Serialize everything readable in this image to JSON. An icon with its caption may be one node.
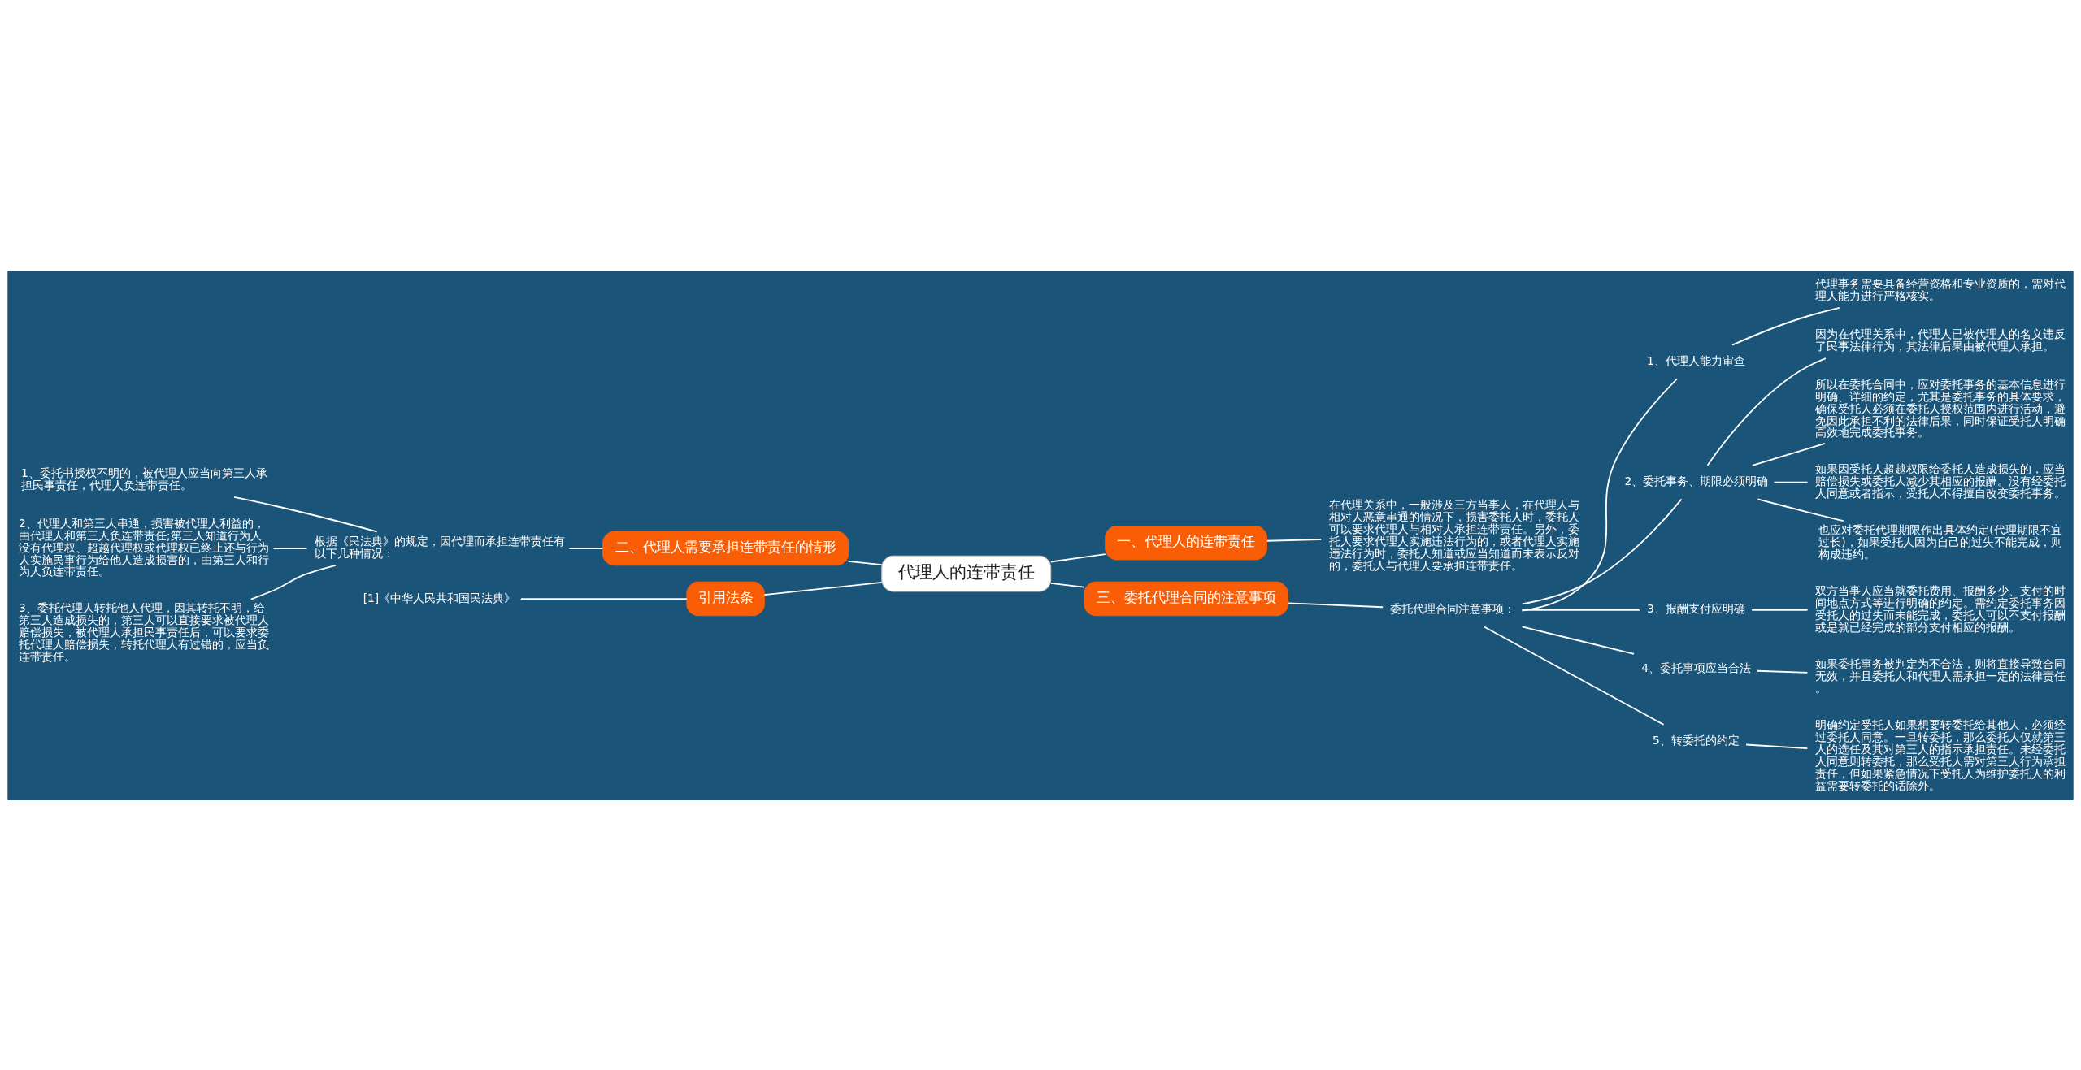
{
  "diagram": {
    "nodes": [
      {
        "text": [
          "代理人的连带责任"
        ]
      },
      {
        "text": [
          "一、代理人的连带责任"
        ]
      },
      {
        "text": [
          "在代理关系中，一般涉及三方当事人，在代理人与相对人恶意串通的情况下，损害委托人时，委托人可以要求代理人与相对人承担连带责任。另外，委托人要求代理人实施违法行为的，或者代理人实施违法行为时，委托人知道或应当知道而未表示反对的，委托人与代理人要承担连带责任。"
        ]
      },
      {
        "text": [
          "二、代理人需要承担连带责任的情形"
        ]
      },
      {
        "text": [
          "根据《民法典》的规定，因代理而承担连带责任有以下几种情况："
        ]
      },
      {
        "text": [
          "1、委托书授权不明的，被代理人应当向第三人承担民事责任，代理人负连带责任。"
        ]
      },
      {
        "text": [
          "2、代理人和第三人串通，损害被代理人利益的，由代理人和第三人负连带责任;第三人知道行为人没有代理权、超越代理权或代理权已终止还与行为人实施民事行为给他人造成损害的，由第三人和行为人负连带责任。"
        ]
      },
      {
        "text": [
          "3、委托代理人转托他人代理，因其转托不明，给第三人造成损失的，第三人可以直接要求被代理人赔偿损失，被代理人承担民事责任后，可以要求委托代理人赔偿损失，转托代理人有过错的，应当负连带责任。"
        ]
      },
      {
        "text": [
          "引用法条"
        ]
      },
      {
        "text": [
          "[1]《中华人民共和国民法典》"
        ]
      },
      {
        "text": [
          "三、委托代理合同的注意事项"
        ]
      },
      {
        "text": [
          "委托代理合同注意事项："
        ]
      },
      {
        "text": [
          "1、代理人能力审查"
        ]
      },
      {
        "text": [
          "代理事务需要具备经营资格和专业资质的，需对代理人能力进行严格核实。"
        ]
      },
      {
        "text": [
          "2、委托事务、期限必须明确"
        ]
      },
      {
        "text": [
          "因为在代理关系中，代理人已被代理人的名义违反了民事法律行为，其法律后果由被代理人承担。"
        ]
      },
      {
        "text": [
          "所以在委托合同中，应对委托事务的基本信息进行明确、详细的约定，尤其是委托事务的具体要求，确保受托人必须在委托人授权范围内进行活动，避免因此承担不利的法律后果，同时保证受托人明确高效地完成委托事务。"
        ]
      },
      {
        "text": [
          "如果因受托人超越权限给委托人造成损失的，应当赔偿损失或委托人减少其相应的报酬。没有经委托人同意或者指示，受托人不得擅自改变委托事务。"
        ]
      },
      {
        "text": [
          "也应对委托代理期限作出具体约定(代理期限不宜过长)，如果受托人因为自己的过失不能完成，则构成违约。"
        ]
      },
      {
        "text": [
          "3、报酬支付应明确"
        ]
      },
      {
        "text": [
          "双方当事人应当就委托费用、报酬多少、支付的时间地点方式等进行明确的约定。需约定委托事务因受托人的过失而未能完成，委托人可以不支付报酬或是就已经完成的部分支付相应的报酬。"
        ]
      },
      {
        "text": [
          "4、委托事项应当合法"
        ]
      },
      {
        "text": [
          "如果委托事务被判定为不合法，则将直接导致合同无效，并且委托人和代理人需承担一定的法律责任。"
        ]
      },
      {
        "text": [
          "5、转委托的约定"
        ]
      },
      {
        "text": [
          "明确约定受托人如果想要转委托给其他人，必须经过委托人同意。一旦转委托，那么委托人仅就第三人的选任及其对第三人的指示承担责任。未经委托人同意则转委托，那么受托人需对第三人行为承担责任，但如果紧急情况下受托人为维护委托人的利益需要转委托的话除外。"
        ]
      }
    ],
    "edges": [
      {
        "from": 0,
        "to": 1,
        "arrow": "none"
      },
      {
        "from": 1,
        "to": 2,
        "arrow": "none"
      },
      {
        "from": 3,
        "to": 0,
        "arrow": "none"
      },
      {
        "from": 4,
        "to": 3,
        "arrow": "none"
      },
      {
        "from": 5,
        "to": 4,
        "arrow": "none"
      },
      {
        "from": 6,
        "to": 4,
        "arrow": "none"
      },
      {
        "from": 7,
        "to": 4,
        "arrow": "none"
      },
      {
        "from": 8,
        "to": 0,
        "arrow": "none"
      },
      {
        "from": 9,
        "to": 8,
        "arrow": "none"
      },
      {
        "from": 0,
        "to": 10,
        "arrow": "none"
      },
      {
        "from": 10,
        "to": 11,
        "arrow": "none"
      },
      {
        "from": 11,
        "to": 12,
        "arrow": "none"
      },
      {
        "from": 12,
        "to": 13,
        "arrow": "none"
      },
      {
        "from": 11,
        "to": 14,
        "arrow": "none"
      },
      {
        "from": 14,
        "to": 15,
        "arrow": "none"
      },
      {
        "from": 14,
        "to": 16,
        "arrow": "none"
      },
      {
        "from": 14,
        "to": 17,
        "arrow": "none"
      },
      {
        "from": 14,
        "to": 18,
        "arrow": "none"
      },
      {
        "from": 11,
        "to": 19,
        "arrow": "none"
      },
      {
        "from": 19,
        "to": 20,
        "arrow": "none"
      },
      {
        "from": 11,
        "to": 21,
        "arrow": "none"
      },
      {
        "from": 21,
        "to": 22,
        "arrow": "none"
      },
      {
        "from": 11,
        "to": 23,
        "arrow": "none"
      },
      {
        "from": 23,
        "to": 24,
        "arrow": "none"
      }
    ]
  }
}
